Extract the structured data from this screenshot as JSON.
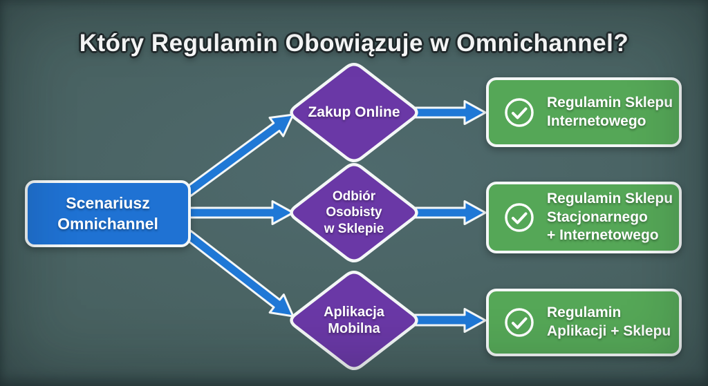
{
  "title": "Który Regulamin Obowiązuje w Omnichannel?",
  "source": {
    "label": "Scenariusz\nOmnichannel"
  },
  "branches": [
    {
      "decision": "Zakup Online",
      "result": "Regulamin Sklepu\nInternetowego"
    },
    {
      "decision": "Odbiór\nOsobisty\nw Sklepie",
      "result": "Regulamin Sklepu\nStacjonarnego\n+ Internetowego"
    },
    {
      "decision": "Aplikacja\nMobilna",
      "result": "Regulamin\nAplikacji + Sklepu"
    }
  ],
  "icons": {
    "result_icon": "check-circle"
  },
  "colors": {
    "background": "#486164",
    "source_box_blue": "#1f72d3",
    "decision_purple": "#6a38a6",
    "result_green": "#55a757",
    "arrow_blue": "#1f78d6",
    "outline_white": "#f4f7f7"
  }
}
